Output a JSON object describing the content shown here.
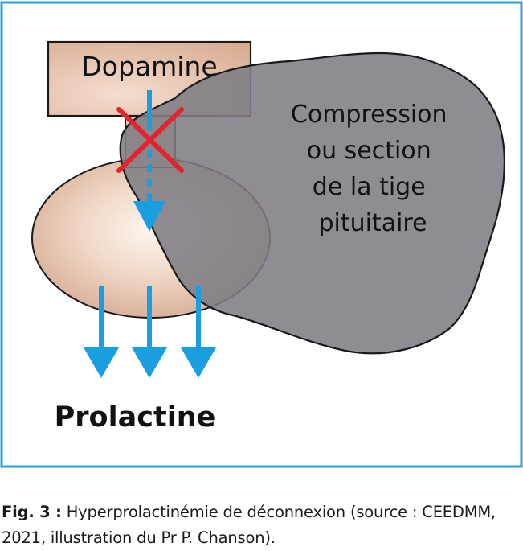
{
  "diagram": {
    "hormone_box_label": "Dopamine",
    "compression_label_lines": [
      "Compression",
      "ou section",
      "de la tige",
      "pituitaire"
    ],
    "output_label": "Prolactine",
    "colors": {
      "frame": "#29a3dd",
      "arrow": "#1a9ee0",
      "cross": "#e3232e",
      "tumor": "#8d8b91",
      "gland_light": "#fbf1ea",
      "gland_dark": "#d3a78f",
      "box_fill": "#e2b79f"
    }
  },
  "caption": {
    "figure_label": "Fig. 3 :",
    "text": "Hyperprolactinémie de déconnexion (source : CEEDMM, 2021, illustration du Pr P. Chanson)."
  }
}
